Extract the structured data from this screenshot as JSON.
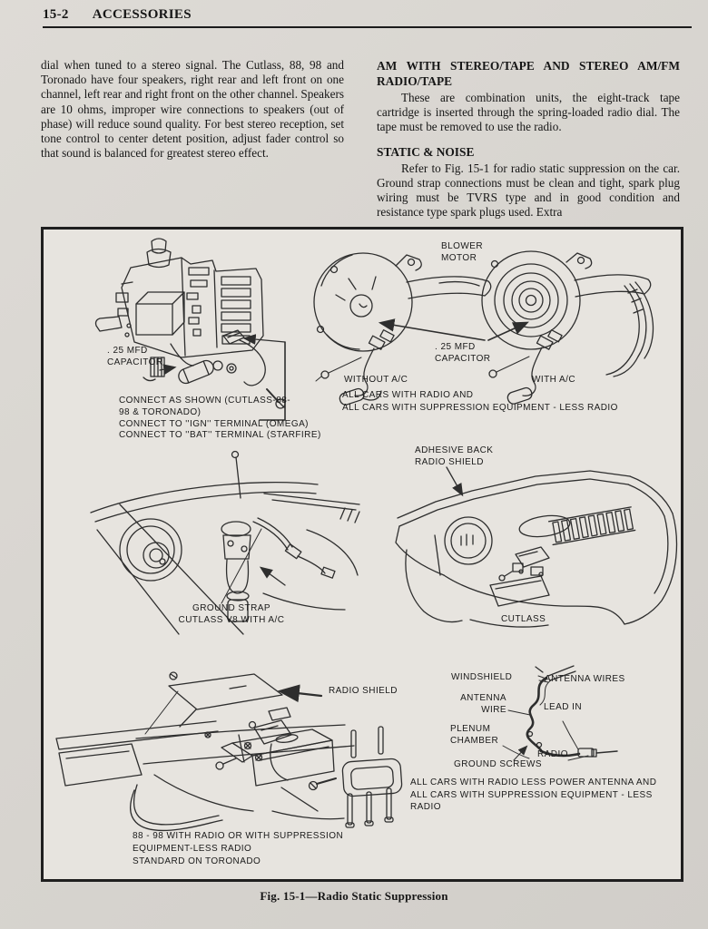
{
  "header": {
    "page_number": "15-2",
    "title": "ACCESSORIES"
  },
  "columns": {
    "left_paragraph": "dial when tuned to a stereo signal. The Cutlass, 88, 98 and Toronado have four speakers, right rear and left front on one channel, left rear and right front on the other channel. Speakers are 10 ohms, improper wire connections to speakers (out of phase) will reduce sound quality. For best stereo reception, set tone control to center detent position, adjust fader control so that sound is balanced for greatest stereo effect.",
    "right": {
      "heading1": "AM WITH STEREO/TAPE AND STEREO AM/FM RADIO/TAPE",
      "para1": "These are combination units, the eight-track tape cartridge is inserted through the spring-loaded radio dial. The tape must be removed to use the radio.",
      "heading2": "STATIC & NOISE",
      "para2": "Refer to Fig. 15-1 for radio static suppression on the car. Ground strap connections must be clean and tight, spark plug wiring must be TVRS type and in good condition and resistance type spark plugs used. Extra"
    }
  },
  "figure": {
    "caption": "Fig. 15-1—Radio Static Suppression",
    "labels": {
      "capacitor_left": ". 25 MFD\nCAPACITOR",
      "connect_notes": "CONNECT AS SHOWN (CUTLASS-88-\n98 & TORONADO)\nCONNECT TO ''IGN'' TERMINAL (OMEGA)\nCONNECT TO ''BAT'' TERMINAL (STARFIRE)",
      "blower_motor": "BLOWER\nMOTOR",
      "capacitor_right": ". 25 MFD\nCAPACITOR",
      "without_ac": "WITHOUT A/C",
      "with_ac": "WITH A/C",
      "radio_equipment_note": "ALL CARS WITH RADIO AND\nALL CARS WITH SUPPRESSION EQUIPMENT - LESS RADIO",
      "ground_strap": "GROUND STRAP\nCUTLASS V8 WITH A/C",
      "adhesive_shield": "ADHESIVE BACK\nRADIO SHIELD",
      "cutlass": "CUTLASS",
      "radio_shield": "RADIO SHIELD",
      "mount_note": "88 - 98 WITH RADIO OR WITH SUPPRESSION\nEQUIPMENT-LESS RADIO\nSTANDARD ON TORONADO",
      "windshield": "WINDSHIELD",
      "antenna_wires": "ANTENNA WIRES",
      "antenna_wire": "ANTENNA\nWIRE",
      "lead_in": "LEAD IN",
      "plenum_chamber": "PLENUM\nCHAMBER",
      "ground_screws": "GROUND SCREWS",
      "radio": "RADIO",
      "antenna_note": "ALL CARS WITH RADIO LESS POWER ANTENNA AND\nALL CARS WITH SUPPRESSION EQUIPMENT - LESS RADIO"
    }
  },
  "colors": {
    "paper": "#d8d5d0",
    "figure_background": "#e7e4df",
    "ink": "#161616",
    "line_art": "#2e2e2e"
  }
}
